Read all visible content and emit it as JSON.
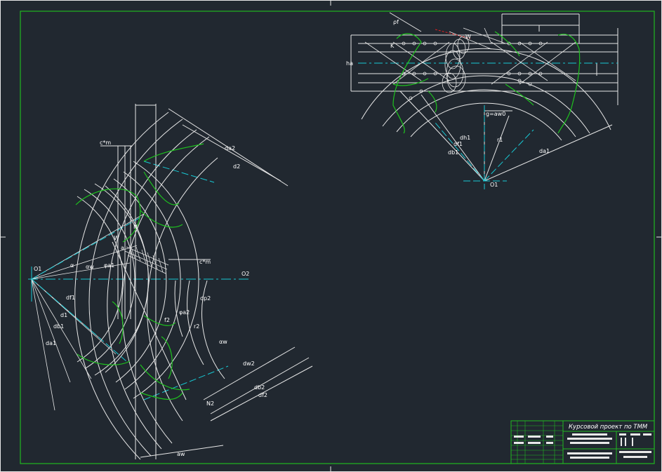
{
  "drawing": {
    "title_block": {
      "title": "Курсовой проект по ТММ"
    },
    "colors": {
      "background": "#212830",
      "frame": "#21b821",
      "lines": "#e8e8e8",
      "centerlines": "#17c9d4",
      "profiles": "#1ec21e",
      "accent": "#e02020"
    },
    "left_view": {
      "center_labels": [
        "O1",
        "O2"
      ],
      "dimension_labels": [
        "da2",
        "d2",
        "c*m",
        "c*m",
        "a",
        "W",
        "α",
        "αw",
        "φa1",
        "df1",
        "d1",
        "db1",
        "da1",
        "aw",
        "dp2",
        "φa2",
        "r2",
        "αw",
        "dw2",
        "db2",
        "df2",
        "N2",
        "N",
        "f2"
      ]
    },
    "right_view": {
      "labels": [
        "ρf",
        "W",
        "K",
        "ha",
        "g=aw0",
        "r1",
        "da1",
        "dh1",
        "df1",
        "db1",
        "O1"
      ]
    }
  }
}
